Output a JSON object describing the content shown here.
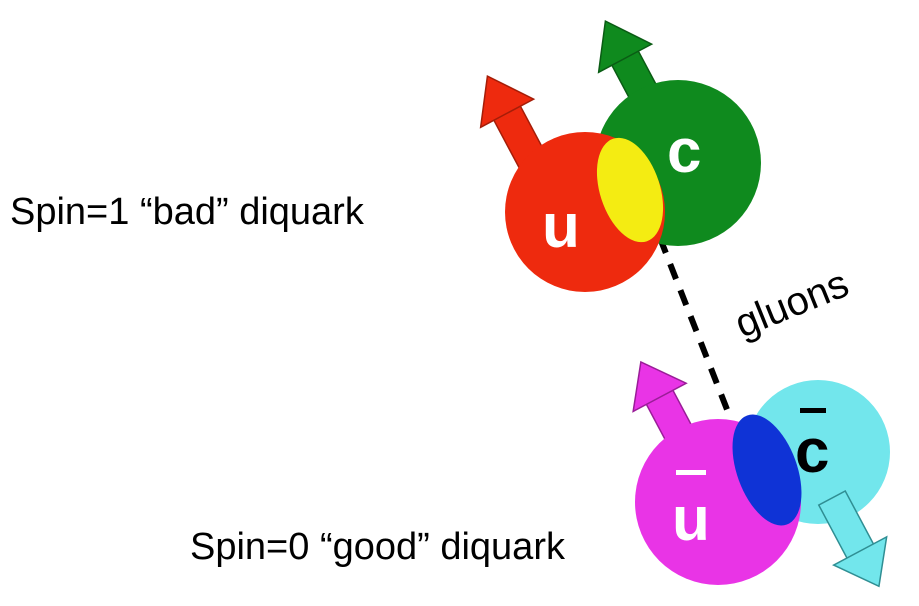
{
  "labels": {
    "bad_diquark": "Spin=1 “bad” diquark",
    "good_diquark": "Spin=0 “good” diquark",
    "gluons": "gluons"
  },
  "quarks": {
    "u": "u",
    "c": "c",
    "ubar": "u",
    "cbar": "c"
  },
  "colors": {
    "u_quark": "#ee2a0e",
    "c_quark": "#0f8a1e",
    "bad_overlap": "#f4ec12",
    "ubar_quark": "#e934e6",
    "cbar_quark": "#72e6ec",
    "good_overlap": "#0f33d6",
    "text": "#000000"
  }
}
